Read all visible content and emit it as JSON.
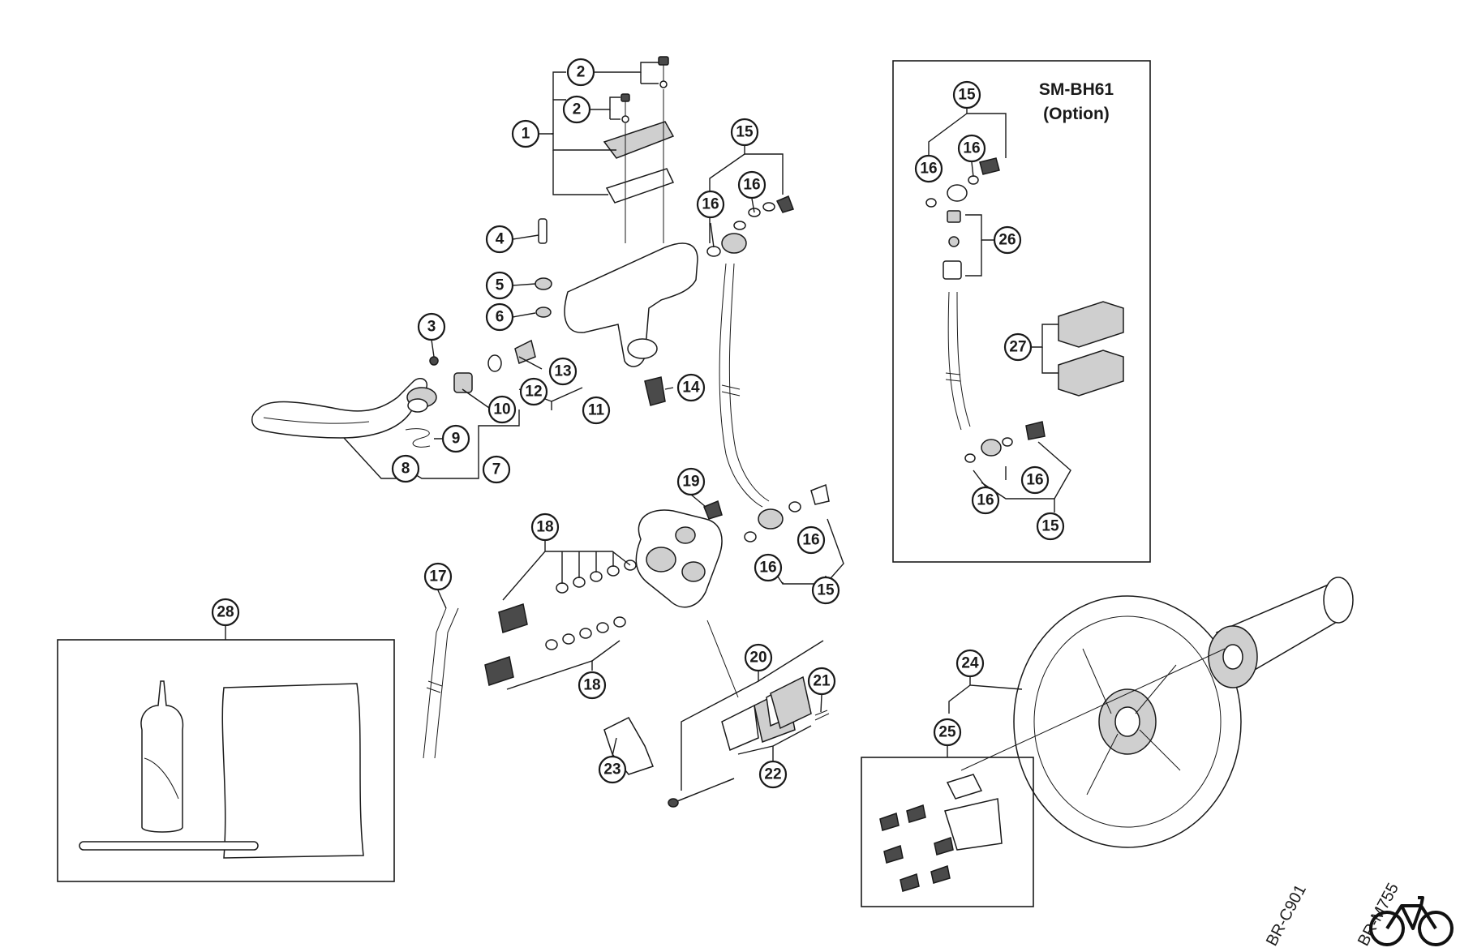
{
  "option_box": {
    "title": "SM-BH61",
    "subtitle": "(Option)"
  },
  "models": [
    "BR-C901",
    "BR-M755"
  ],
  "callouts": [
    {
      "id": "c1",
      "num": "1"
    },
    {
      "id": "c2a",
      "num": "2"
    },
    {
      "id": "c2b",
      "num": "2"
    },
    {
      "id": "c3",
      "num": "3"
    },
    {
      "id": "c4",
      "num": "4"
    },
    {
      "id": "c5",
      "num": "5"
    },
    {
      "id": "c6",
      "num": "6"
    },
    {
      "id": "c7",
      "num": "7"
    },
    {
      "id": "c8",
      "num": "8"
    },
    {
      "id": "c9",
      "num": "9"
    },
    {
      "id": "c10",
      "num": "10"
    },
    {
      "id": "c11",
      "num": "11"
    },
    {
      "id": "c12",
      "num": "12"
    },
    {
      "id": "c13",
      "num": "13"
    },
    {
      "id": "c14",
      "num": "14"
    },
    {
      "id": "c15a",
      "num": "15"
    },
    {
      "id": "c16a",
      "num": "16"
    },
    {
      "id": "c16b",
      "num": "16"
    },
    {
      "id": "c17",
      "num": "17"
    },
    {
      "id": "c18a",
      "num": "18"
    },
    {
      "id": "c18b",
      "num": "18"
    },
    {
      "id": "c19",
      "num": "19"
    },
    {
      "id": "c20",
      "num": "20"
    },
    {
      "id": "c21",
      "num": "21"
    },
    {
      "id": "c22",
      "num": "22"
    },
    {
      "id": "c23",
      "num": "23"
    },
    {
      "id": "c24",
      "num": "24"
    },
    {
      "id": "c25",
      "num": "25"
    },
    {
      "id": "c16c",
      "num": "16"
    },
    {
      "id": "c16d",
      "num": "16"
    },
    {
      "id": "c15b",
      "num": "15"
    },
    {
      "id": "c28",
      "num": "28"
    },
    {
      "id": "c15c",
      "num": "15"
    },
    {
      "id": "c16e",
      "num": "16"
    },
    {
      "id": "c16f",
      "num": "16"
    },
    {
      "id": "c26",
      "num": "26"
    },
    {
      "id": "c27",
      "num": "27"
    },
    {
      "id": "c16g",
      "num": "16"
    },
    {
      "id": "c16h",
      "num": "16"
    },
    {
      "id": "c15d",
      "num": "15"
    }
  ],
  "icons": {
    "bicycle": "bicycle-icon"
  }
}
